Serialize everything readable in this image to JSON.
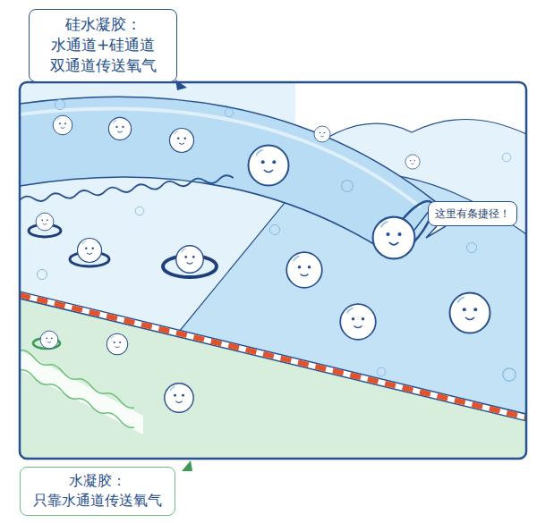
{
  "diagram": {
    "nodes": [
      {
        "text": [
          "硅水凝胶：",
          "水通道+硅通道 双通道传送氧气"
        ]
      },
      {
        "text": [
          "这里有条捷径！"
        ]
      },
      {
        "text": [
          "水凝胶：",
          "只靠水通道传送氧气"
        ]
      }
    ]
  }
}
